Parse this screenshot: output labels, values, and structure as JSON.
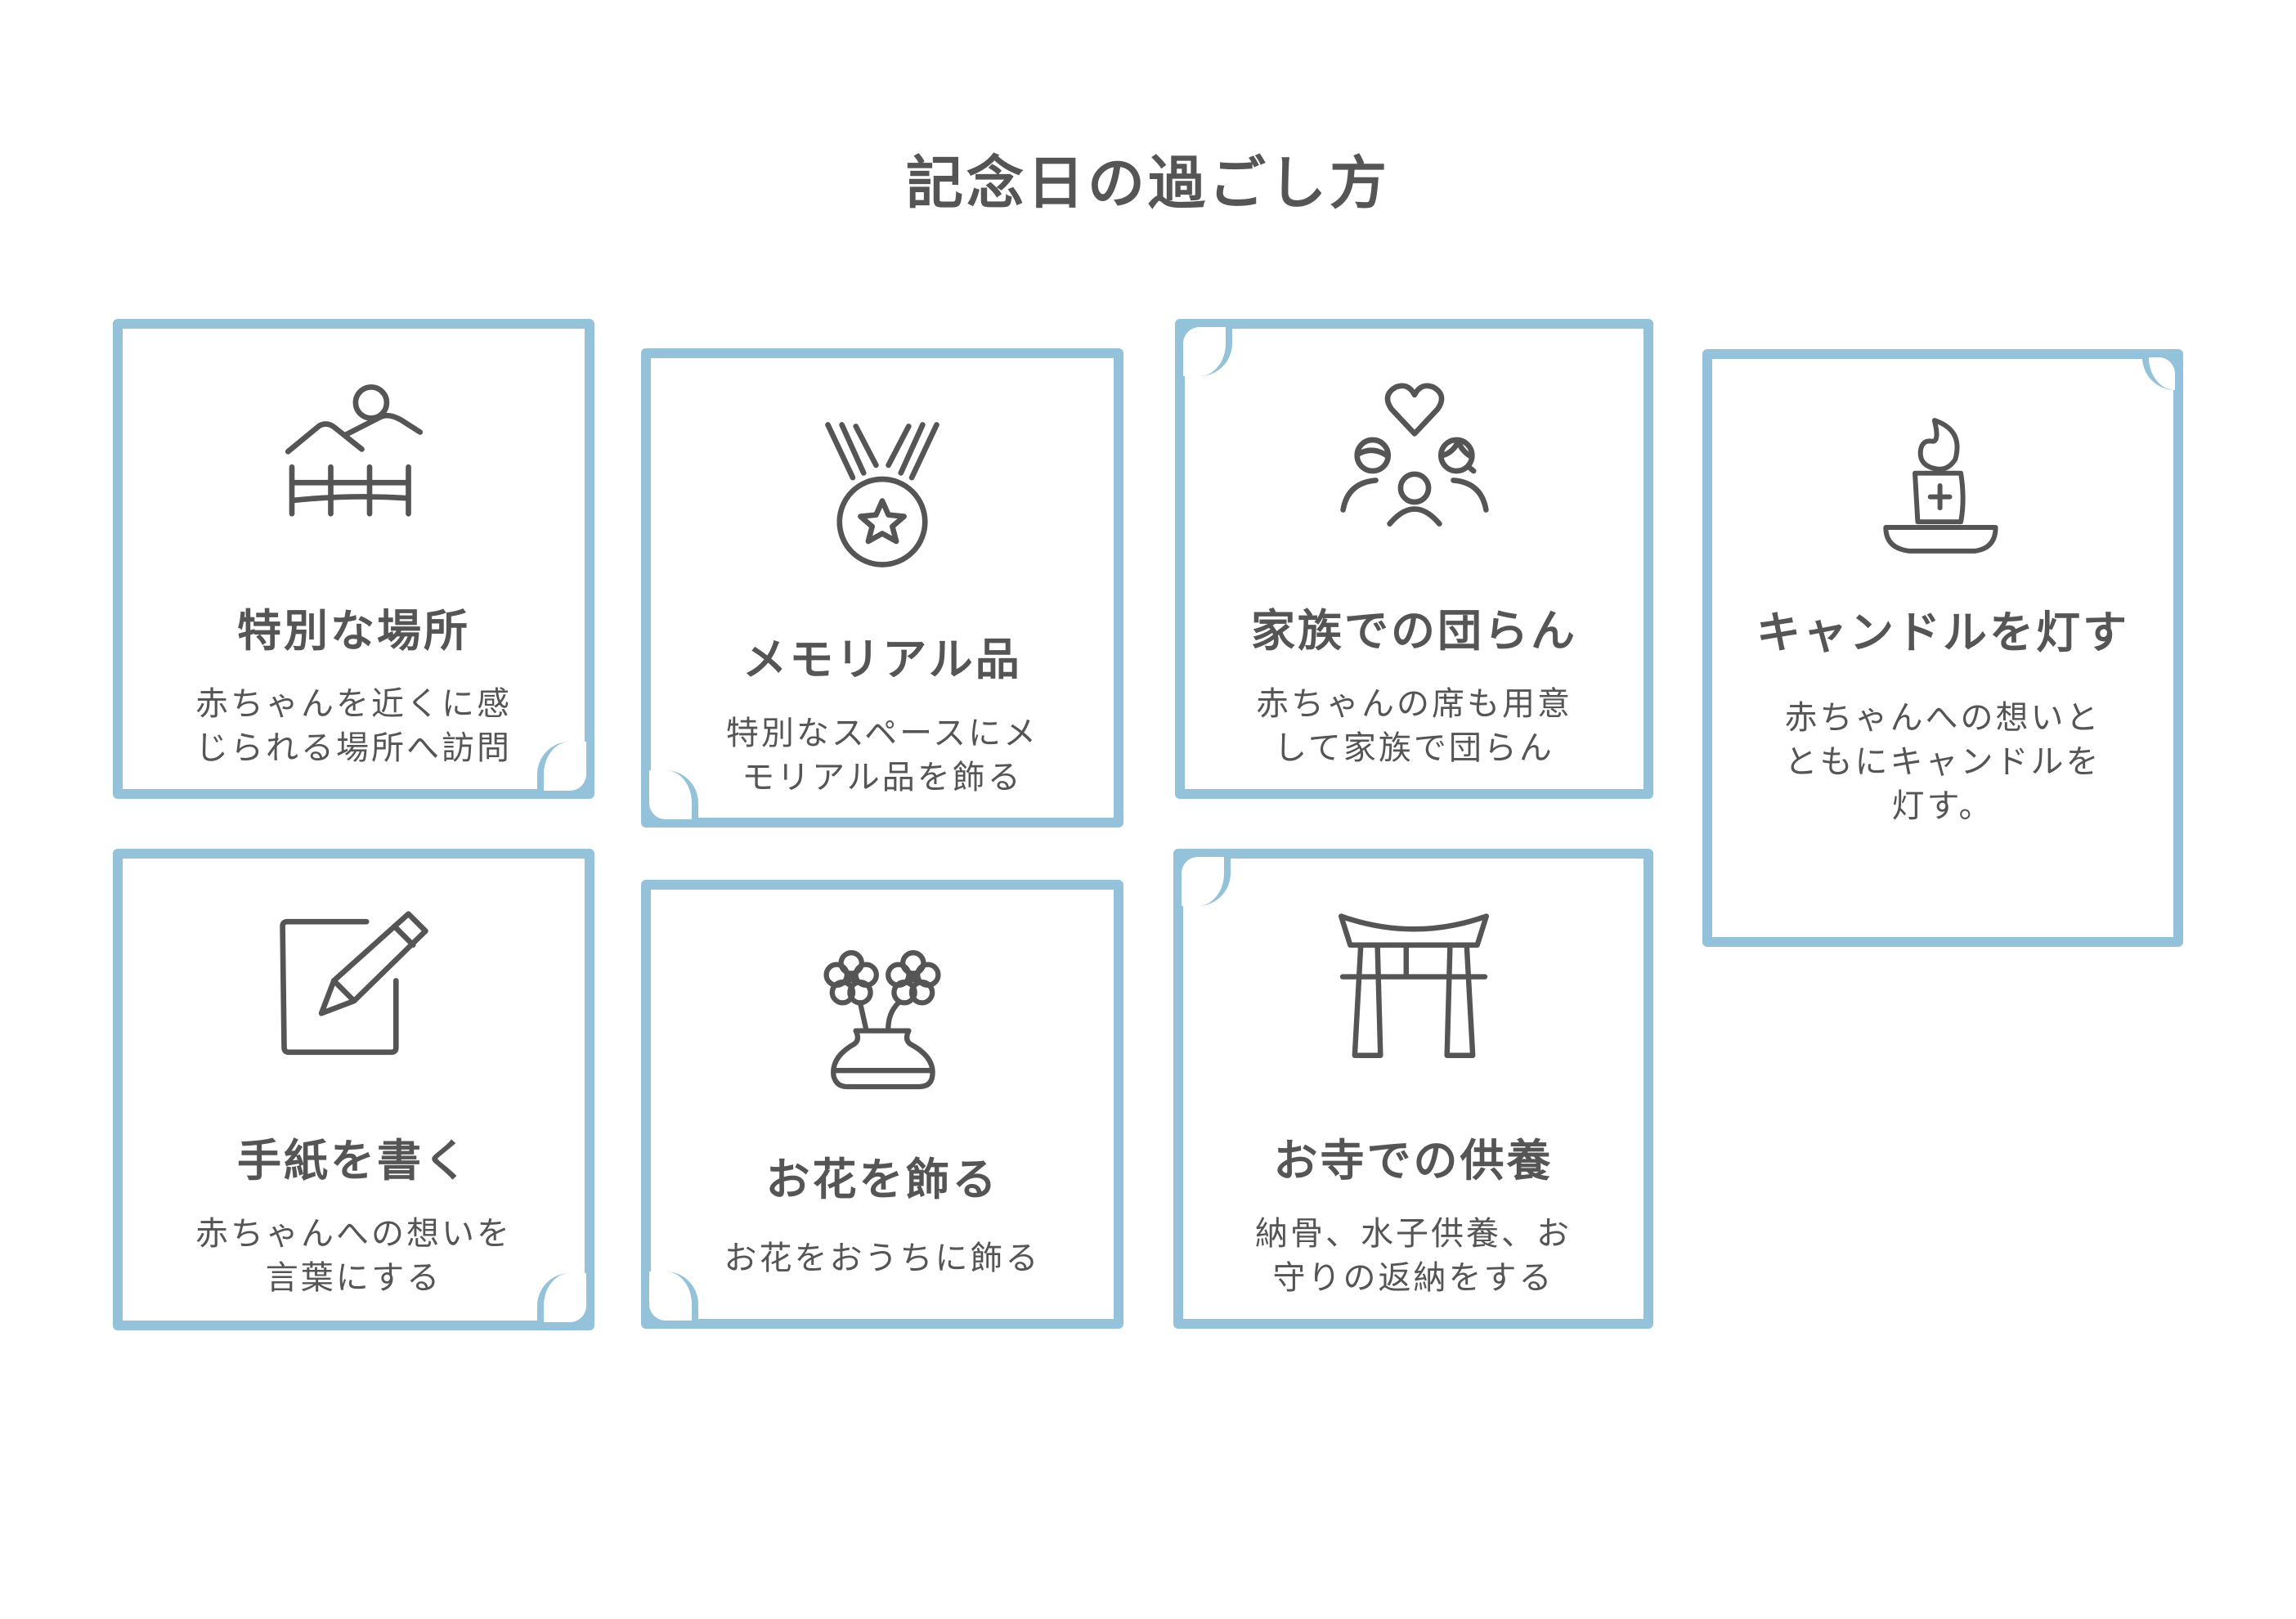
{
  "title": "記念日の過ごし方",
  "colors": {
    "border": "#94c2da",
    "text": "#555555",
    "background": "#ffffff"
  },
  "cards": [
    {
      "icon": "landscape-fence-icon",
      "heading": "特別な場所",
      "desc_lines": [
        "赤ちゃんを近くに感",
        "じられる場所へ訪問"
      ]
    },
    {
      "icon": "medal-star-icon",
      "heading": "メモリアル品",
      "desc_lines": [
        "特別なスペースにメ",
        "モリアル品を飾る"
      ]
    },
    {
      "icon": "family-heart-icon",
      "heading": "家族での団らん",
      "desc_lines": [
        "赤ちゃんの席も用意",
        "して家族で団らん"
      ]
    },
    {
      "icon": "candle-icon",
      "heading": "キャンドルを灯す",
      "desc_lines": [
        "赤ちゃんへの想いと",
        "ともにキャンドルを",
        "灯す。"
      ]
    },
    {
      "icon": "write-letter-icon",
      "heading": "手紙を書く",
      "desc_lines": [
        "赤ちゃんへの想いを",
        "言葉にする"
      ]
    },
    {
      "icon": "flower-vase-icon",
      "heading": "お花を飾る",
      "desc_lines": [
        "お花をおうちに飾る"
      ]
    },
    {
      "icon": "torii-gate-icon",
      "heading": "お寺での供養",
      "desc_lines": [
        "納骨、水子供養、お",
        "守りの返納をする"
      ]
    }
  ]
}
